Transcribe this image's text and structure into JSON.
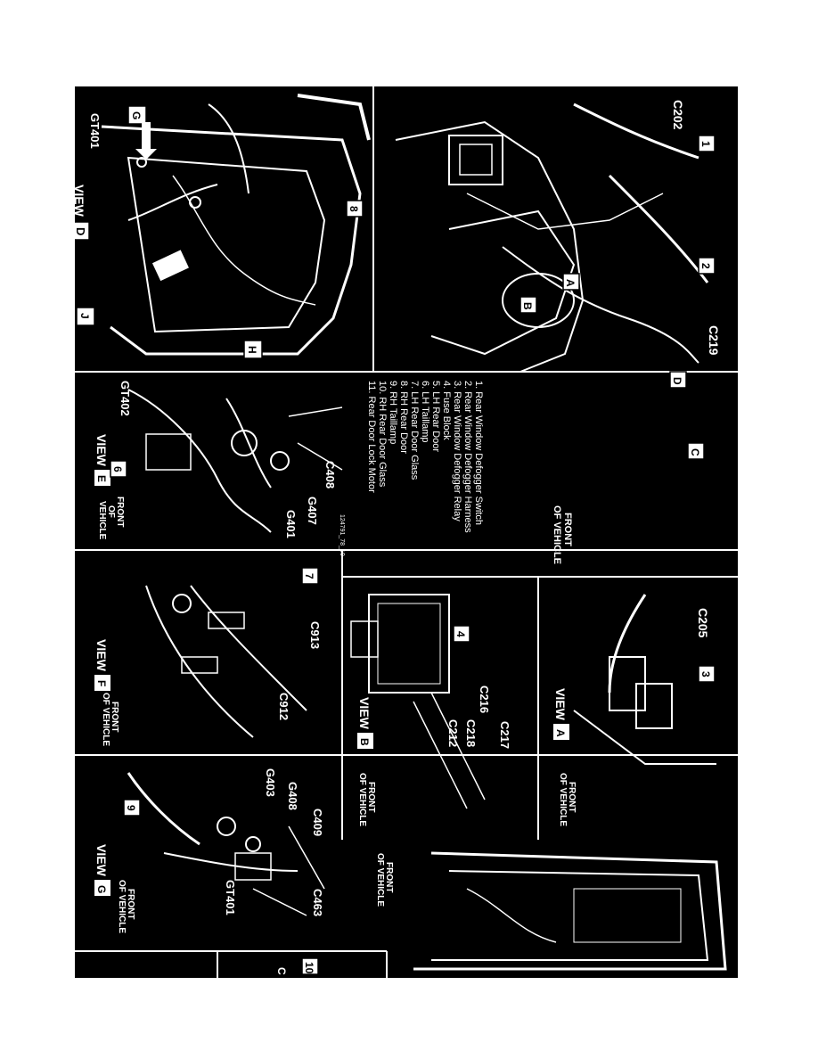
{
  "diagram": {
    "orientation": "rotated-90-clockwise",
    "views": {
      "d": {
        "title": "VIEW",
        "letter": "D",
        "labels": {
          "gt401": "GT401",
          "g_arrow": "G",
          "h_arrow": "H",
          "j_arrow": "J",
          "callout": "8"
        }
      },
      "e": {
        "title": "VIEW",
        "letter": "E",
        "labels": {
          "gt402": "GT402",
          "callout": "6",
          "c408": "C408",
          "g407": "G407",
          "g401": "G401"
        },
        "front": [
          "FRONT",
          "OF",
          "VEHICLE"
        ]
      },
      "f": {
        "title": "VIEW",
        "letter": "F",
        "labels": {
          "callout": "7",
          "c913": "C913",
          "c912": "C912"
        },
        "front": [
          "FRONT",
          "OF VEHICLE"
        ]
      },
      "g": {
        "title": "VIEW",
        "letter": "G",
        "labels": {
          "callout": "9",
          "g403": "G403",
          "g408": "G408",
          "c409": "C409",
          "gt401": "GT401",
          "c463": "C463"
        },
        "front": [
          "FRONT",
          "OF VEHICLE"
        ]
      },
      "main": {
        "labels": {
          "c202": "C202",
          "c219": "C219",
          "callout1": "1",
          "callout2": "2",
          "a": "A",
          "b": "B",
          "c": "C",
          "d": "D"
        },
        "front": [
          "FRONT",
          "OF VEHICLE"
        ]
      },
      "b": {
        "title": "VIEW",
        "letter": "B",
        "labels": {
          "callout": "4",
          "c216": "C216",
          "c217": "C217",
          "c218": "C218",
          "c212": "C212"
        },
        "front": [
          "FRONT",
          "OF VEHICLE"
        ]
      },
      "a": {
        "title": "VIEW",
        "letter": "A",
        "labels": {
          "c205": "C205",
          "callout": "3"
        },
        "front": [
          "FRONT",
          "OF VEHICLE"
        ]
      },
      "bottom": {
        "front": [
          "FRONT",
          "OF VEHICLE"
        ],
        "callout": "10",
        "partial": "C"
      }
    },
    "legend": [
      "1.  Rear Window Defogger Switch",
      "2.  Rear Window Defogger Harness",
      "3.  Rear Window Defogger Relay",
      "4.  Fuse Block",
      "5.  LH Rear Door",
      "6.  LH Taillamp",
      "7.  LH Rear Door Glass",
      "8.  RH Rear Door",
      "9.  RH Taillamp",
      "10.  RH Rear Door Glass",
      "11.  Rear Door Lock Motor"
    ],
    "code": "124791_78_10"
  }
}
